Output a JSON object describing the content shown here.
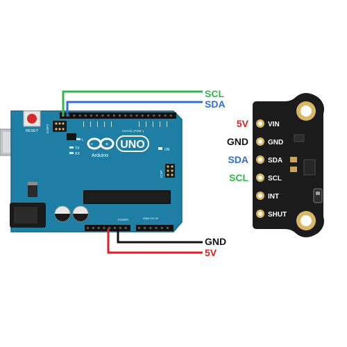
{
  "arduino": {
    "reset_label": "RESET",
    "icsp2_label": "ICSP2",
    "tx_label": "TX",
    "rx_label": "RX",
    "l_label": "L",
    "brand_label": "Arduino",
    "model_label": "UNO",
    "on_label": "ON",
    "icsp_label": "ICSP",
    "digital_header_label": "DIGITAL (PWM~)",
    "power_header_label": "POWER",
    "analog_header_label": "ANALOG IN",
    "board_color": "#1f7ea3"
  },
  "sensor": {
    "pins": [
      {
        "silk": "VIN",
        "wire": "5V",
        "wire_color": "#e02020"
      },
      {
        "silk": "GND",
        "wire": "GND",
        "wire_color": "#111111"
      },
      {
        "silk": "SDA",
        "wire": "SDA",
        "wire_color": "#2f6fd0"
      },
      {
        "silk": "SCL",
        "wire": "SCL",
        "wire_color": "#2fb84a"
      },
      {
        "silk": "INT",
        "wire": "",
        "wire_color": ""
      },
      {
        "silk": "SHUT",
        "wire": "",
        "wire_color": ""
      }
    ],
    "board_color": "#1b1b1b"
  },
  "wires": {
    "top": [
      {
        "label": "SCL",
        "color": "#2fb84a"
      },
      {
        "label": "SDA",
        "color": "#2f6fd0"
      }
    ],
    "bottom": [
      {
        "label": "GND",
        "color": "#111111"
      },
      {
        "label": "5V",
        "color": "#e02020"
      }
    ]
  }
}
